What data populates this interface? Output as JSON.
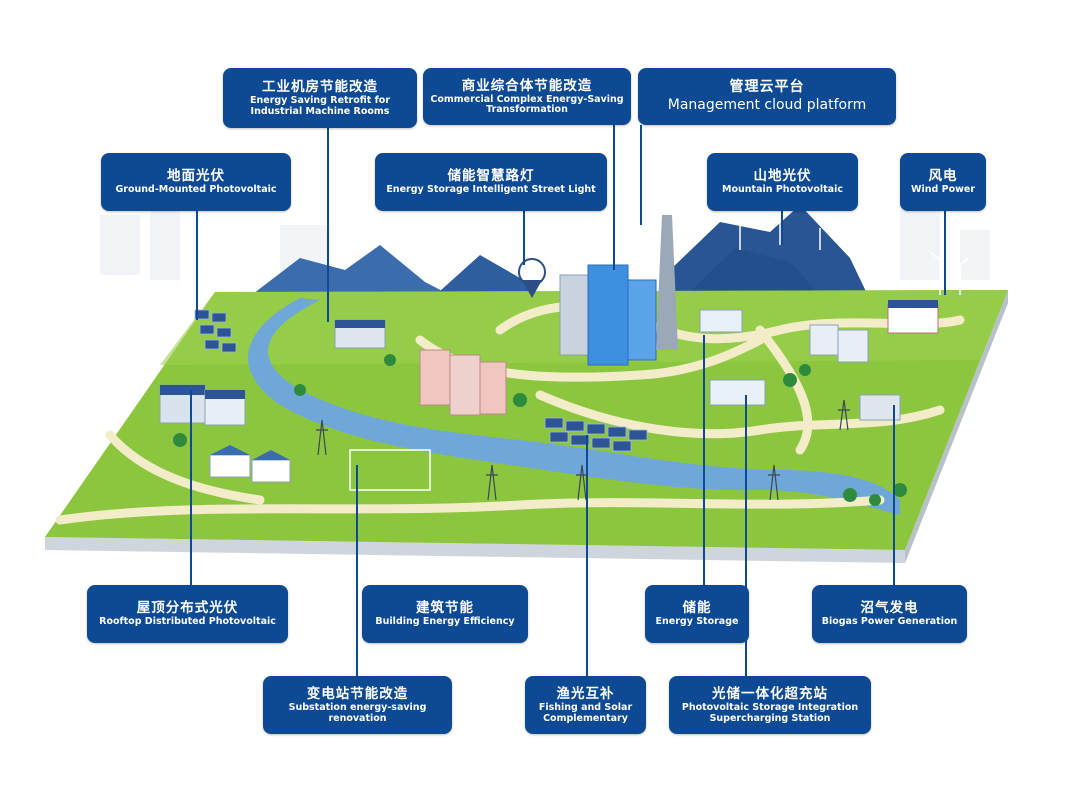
{
  "callouts": {
    "industrial_retrofit": {
      "zh": "工业机房节能改造",
      "en": "Energy Saving Retrofit for Industrial Machine Rooms"
    },
    "commercial_complex": {
      "zh": "商业综合体节能改造",
      "en": "Commercial Complex Energy-Saving Transformation"
    },
    "cloud_platform": {
      "zh": "管理云平台",
      "en": "Management cloud platform"
    },
    "ground_pv": {
      "zh": "地面光伏",
      "en": "Ground-Mounted Photovoltaic"
    },
    "street_light": {
      "zh": "储能智慧路灯",
      "en": "Energy Storage Intelligent Street Light"
    },
    "mountain_pv": {
      "zh": "山地光伏",
      "en": "Mountain Photovoltaic"
    },
    "wind_power": {
      "zh": "风电",
      "en": "Wind Power"
    },
    "rooftop_pv": {
      "zh": "屋顶分布式光伏",
      "en": "Rooftop Distributed Photovoltaic"
    },
    "building_efficiency": {
      "zh": "建筑节能",
      "en": "Building Energy Efficiency"
    },
    "energy_storage": {
      "zh": "储能",
      "en": "Energy Storage"
    },
    "biogas": {
      "zh": "沼气发电",
      "en": "Biogas Power Generation"
    },
    "substation": {
      "zh": "变电站节能改造",
      "en": "Substation energy-saving renovation"
    },
    "fishing_solar": {
      "zh": "渔光互补",
      "en": "Fishing and Solar Complementary"
    },
    "pv_storage_station": {
      "zh": "光储一体化超充站",
      "en": "Photovoltaic Storage Integration Supercharging Station"
    }
  },
  "colors": {
    "callout_bg": "#0d4a93",
    "grass": "#8cc63f",
    "river": "#6fa8d8",
    "mountain": "#2f5e9e",
    "road": "#f3ecc9"
  }
}
